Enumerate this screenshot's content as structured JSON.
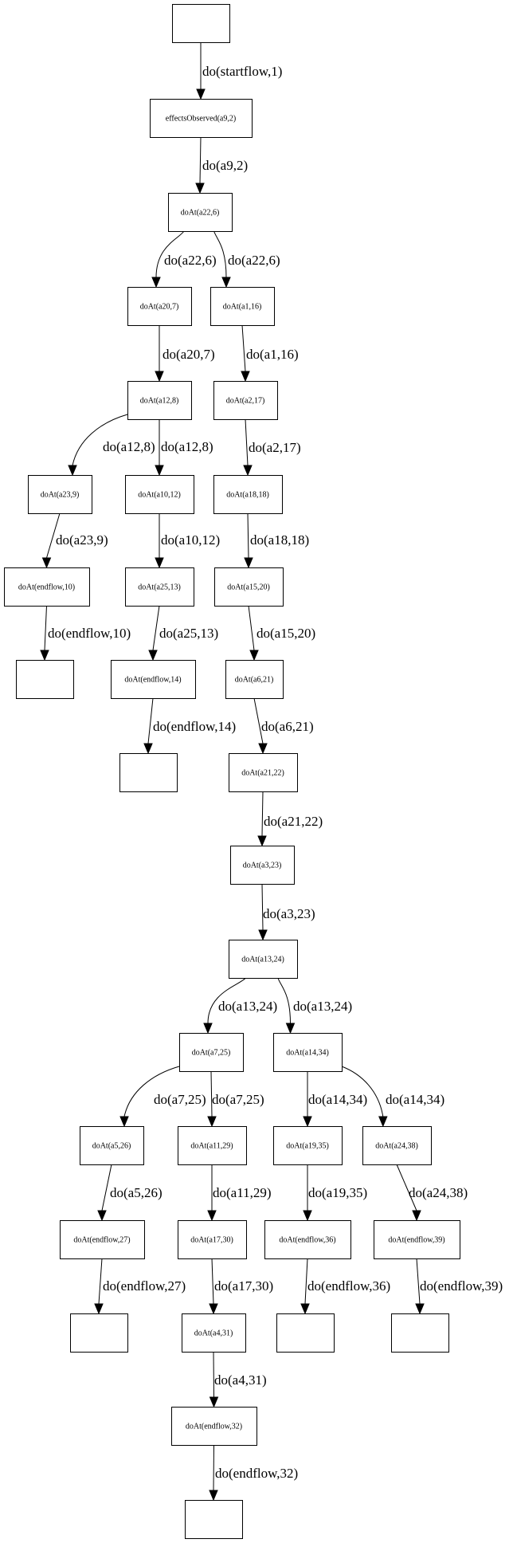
{
  "diagram": {
    "type": "directed-graph",
    "colors": {
      "stroke": "#000000",
      "fill": "#ffffff",
      "text": "#000000"
    },
    "nodes": [
      {
        "id": "start",
        "label": ""
      },
      {
        "id": "n_eff",
        "label": "effectsObserved(a9,2)"
      },
      {
        "id": "n_a22",
        "label": "doAt(a22,6)"
      },
      {
        "id": "n_a20",
        "label": "doAt(a20,7)"
      },
      {
        "id": "n_a1",
        "label": "doAt(a1,16)"
      },
      {
        "id": "n_a12",
        "label": "doAt(a12,8)"
      },
      {
        "id": "n_a2",
        "label": "doAt(a2,17)"
      },
      {
        "id": "n_a23",
        "label": "doAt(a23,9)"
      },
      {
        "id": "n_a10",
        "label": "doAt(a10,12)"
      },
      {
        "id": "n_a18",
        "label": "doAt(a18,18)"
      },
      {
        "id": "n_ef10",
        "label": "doAt(endflow,10)"
      },
      {
        "id": "n_a25",
        "label": "doAt(a25,13)"
      },
      {
        "id": "n_a15",
        "label": "doAt(a15,20)"
      },
      {
        "id": "end10",
        "label": ""
      },
      {
        "id": "n_ef14",
        "label": "doAt(endflow,14)"
      },
      {
        "id": "n_a6",
        "label": "doAt(a6,21)"
      },
      {
        "id": "end14",
        "label": ""
      },
      {
        "id": "n_a21",
        "label": "doAt(a21,22)"
      },
      {
        "id": "n_a3",
        "label": "doAt(a3,23)"
      },
      {
        "id": "n_a13",
        "label": "doAt(a13,24)"
      },
      {
        "id": "n_a7",
        "label": "doAt(a7,25)"
      },
      {
        "id": "n_a14",
        "label": "doAt(a14,34)"
      },
      {
        "id": "n_a5",
        "label": "doAt(a5,26)"
      },
      {
        "id": "n_a11",
        "label": "doAt(a11,29)"
      },
      {
        "id": "n_a19",
        "label": "doAt(a19,35)"
      },
      {
        "id": "n_a24",
        "label": "doAt(a24,38)"
      },
      {
        "id": "n_ef27",
        "label": "doAt(endflow,27)"
      },
      {
        "id": "n_a17",
        "label": "doAt(a17,30)"
      },
      {
        "id": "n_ef36",
        "label": "doAt(endflow,36)"
      },
      {
        "id": "n_ef39",
        "label": "doAt(endflow,39)"
      },
      {
        "id": "end27",
        "label": ""
      },
      {
        "id": "n_a4",
        "label": "doAt(a4,31)"
      },
      {
        "id": "end36",
        "label": ""
      },
      {
        "id": "end39",
        "label": ""
      },
      {
        "id": "n_ef32",
        "label": "doAt(endflow,32)"
      },
      {
        "id": "end32",
        "label": ""
      }
    ],
    "edges": [
      {
        "from": "start",
        "to": "n_eff",
        "label": "do(startflow,1)"
      },
      {
        "from": "n_eff",
        "to": "n_a22",
        "label": "do(a9,2)"
      },
      {
        "from": "n_a22",
        "to": "n_a20",
        "label": "do(a22,6)"
      },
      {
        "from": "n_a22",
        "to": "n_a1",
        "label": "do(a22,6)"
      },
      {
        "from": "n_a20",
        "to": "n_a12",
        "label": "do(a20,7)"
      },
      {
        "from": "n_a1",
        "to": "n_a2",
        "label": "do(a1,16)"
      },
      {
        "from": "n_a12",
        "to": "n_a23",
        "label": "do(a12,8)"
      },
      {
        "from": "n_a12",
        "to": "n_a10",
        "label": "do(a12,8)"
      },
      {
        "from": "n_a2",
        "to": "n_a18",
        "label": "do(a2,17)"
      },
      {
        "from": "n_a23",
        "to": "n_ef10",
        "label": "do(a23,9)"
      },
      {
        "from": "n_a10",
        "to": "n_a25",
        "label": "do(a10,12)"
      },
      {
        "from": "n_a18",
        "to": "n_a15",
        "label": "do(a18,18)"
      },
      {
        "from": "n_ef10",
        "to": "end10",
        "label": "do(endflow,10)"
      },
      {
        "from": "n_a25",
        "to": "n_ef14",
        "label": "do(a25,13)"
      },
      {
        "from": "n_a15",
        "to": "n_a6",
        "label": "do(a15,20)"
      },
      {
        "from": "n_ef14",
        "to": "end14",
        "label": "do(endflow,14)"
      },
      {
        "from": "n_a6",
        "to": "n_a21",
        "label": "do(a6,21)"
      },
      {
        "from": "n_a21",
        "to": "n_a3",
        "label": "do(a21,22)"
      },
      {
        "from": "n_a3",
        "to": "n_a13",
        "label": "do(a3,23)"
      },
      {
        "from": "n_a13",
        "to": "n_a7",
        "label": "do(a13,24)"
      },
      {
        "from": "n_a13",
        "to": "n_a14",
        "label": "do(a13,24)"
      },
      {
        "from": "n_a7",
        "to": "n_a5",
        "label": "do(a7,25)"
      },
      {
        "from": "n_a7",
        "to": "n_a11",
        "label": "do(a7,25)"
      },
      {
        "from": "n_a14",
        "to": "n_a19",
        "label": "do(a14,34)"
      },
      {
        "from": "n_a14",
        "to": "n_a24",
        "label": "do(a14,34)"
      },
      {
        "from": "n_a5",
        "to": "n_ef27",
        "label": "do(a5,26)"
      },
      {
        "from": "n_a11",
        "to": "n_a17",
        "label": "do(a11,29)"
      },
      {
        "from": "n_a19",
        "to": "n_ef36",
        "label": "do(a19,35)"
      },
      {
        "from": "n_a24",
        "to": "n_ef39",
        "label": "do(a24,38)"
      },
      {
        "from": "n_ef27",
        "to": "end27",
        "label": "do(endflow,27)"
      },
      {
        "from": "n_a17",
        "to": "n_a4",
        "label": "do(a17,30)"
      },
      {
        "from": "n_ef36",
        "to": "end36",
        "label": "do(endflow,36)"
      },
      {
        "from": "n_ef39",
        "to": "end39",
        "label": "do(endflow,39)"
      },
      {
        "from": "n_a4",
        "to": "n_ef32",
        "label": "do(a4,31)"
      },
      {
        "from": "n_ef32",
        "to": "end32",
        "label": "do(endflow,32)"
      }
    ]
  }
}
